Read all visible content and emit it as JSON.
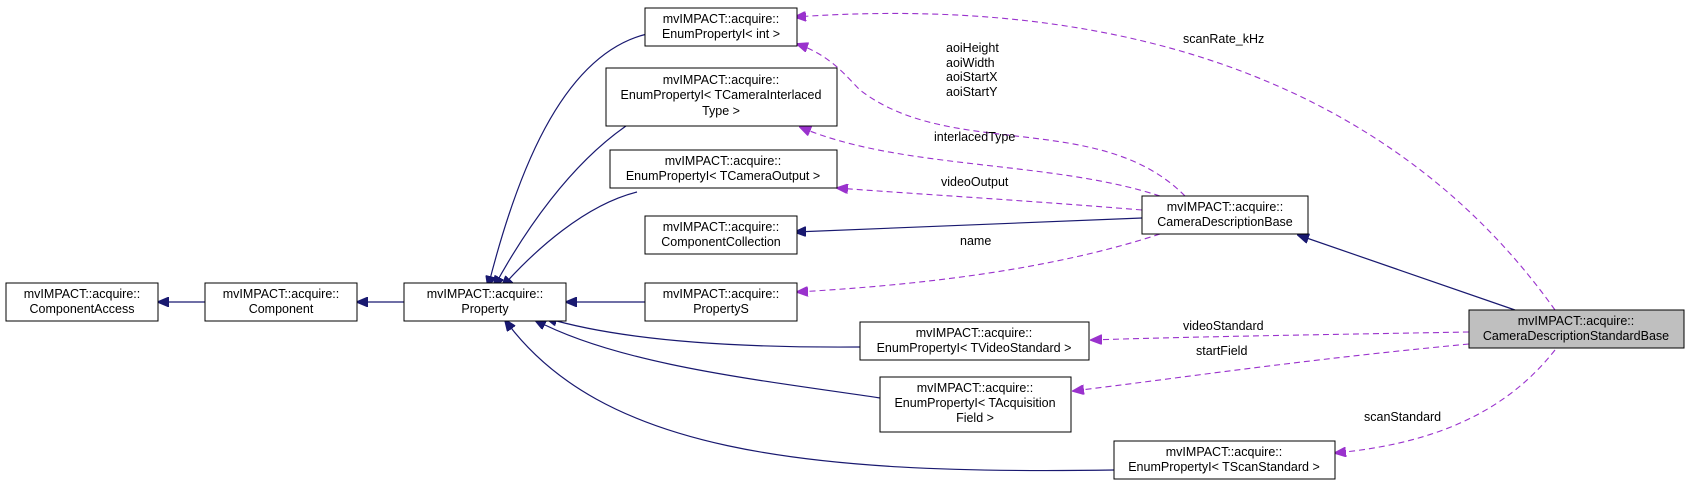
{
  "nodes": {
    "component_access": [
      "mvIMPACT::acquire::",
      "ComponentAccess"
    ],
    "component": [
      "mvIMPACT::acquire::",
      "Component"
    ],
    "property": [
      "mvIMPACT::acquire::",
      "Property"
    ],
    "enum_int": [
      "mvIMPACT::acquire::",
      "EnumPropertyI< int >"
    ],
    "enum_interlaced": [
      "mvIMPACT::acquire::",
      "EnumPropertyI< TCameraInterlaced",
      "Type >"
    ],
    "enum_output": [
      "mvIMPACT::acquire::",
      "EnumPropertyI< TCameraOutput >"
    ],
    "component_collection": [
      "mvIMPACT::acquire::",
      "ComponentCollection"
    ],
    "property_s": [
      "mvIMPACT::acquire::",
      "PropertyS"
    ],
    "enum_video_standard": [
      "mvIMPACT::acquire::",
      "EnumPropertyI< TVideoStandard >"
    ],
    "enum_acq_field": [
      "mvIMPACT::acquire::",
      "EnumPropertyI< TAcquisition",
      "Field >"
    ],
    "enum_scan_standard": [
      "mvIMPACT::acquire::",
      "EnumPropertyI< TScanStandard >"
    ],
    "camera_desc_base": [
      "mvIMPACT::acquire::",
      "CameraDescriptionBase"
    ],
    "camera_desc_std_base": [
      "mvIMPACT::acquire::",
      "CameraDescriptionStandardBase"
    ]
  },
  "edge_labels": {
    "scan_rate": "scanRate_kHz",
    "aoi": [
      "aoiHeight",
      "aoiWidth",
      "aoiStartX",
      "aoiStartY"
    ],
    "interlaced": "interlacedType",
    "video_output": "videoOutput",
    "name": "name",
    "video_standard": "videoStandard",
    "start_field": "startField",
    "scan_standard": "scanStandard"
  },
  "colors": {
    "inheritance_edge": "#191970",
    "usage_edge": "#9a32cd",
    "highlight_fill": "#bfbfbf"
  }
}
